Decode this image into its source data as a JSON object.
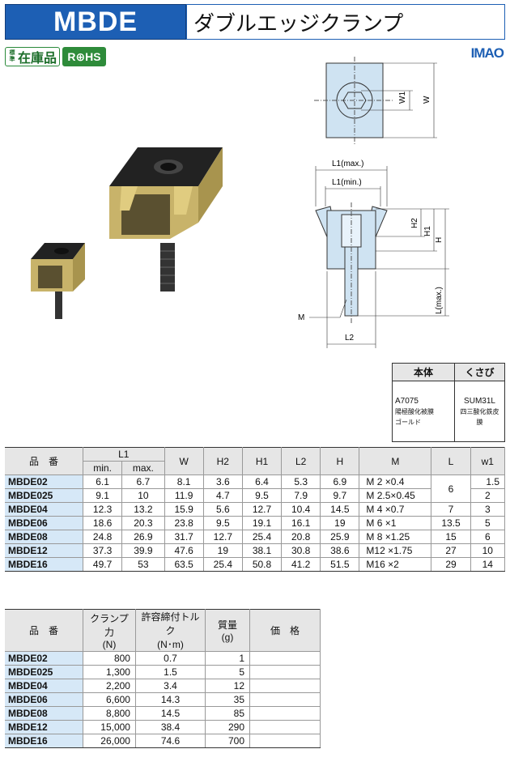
{
  "header": {
    "code": "MBDE",
    "name": "ダブルエッジクランプ"
  },
  "badges": {
    "stock_small": "標準",
    "stock_big": "在庫品",
    "rohs": "R⊕HS"
  },
  "brand": "IMAO",
  "colors": {
    "accent": "#1d5fb4",
    "model_cell": "#d6e8f7",
    "clamp_body": "#c8b36a",
    "drawing_fill": "#cfe3f2"
  },
  "drawing": {
    "labels": {
      "w1": "W1",
      "w": "W",
      "l1max": "L1(max.)",
      "l1min": "L1(min.)",
      "h2": "H2",
      "h1": "H1",
      "h": "H",
      "lmax": "L(max.)",
      "m": "M",
      "l2": "L2"
    }
  },
  "material": {
    "headers": [
      "本体",
      "くさび"
    ],
    "body": [
      "A7075",
      "陽極酸化被膜",
      "ゴールド"
    ],
    "wedge": [
      "SUM31L",
      "四三酸化鉄皮膜"
    ]
  },
  "table1": {
    "h_model": "品　番",
    "h_l1": "L1",
    "h_min": "min.",
    "h_max": "max.",
    "h_w": "W",
    "h_h2": "H2",
    "h_h1": "H1",
    "h_l2": "L2",
    "h_h": "H",
    "h_m": "M",
    "h_l": "L",
    "h_w1": "w1",
    "rows": [
      {
        "model": "MBDE02",
        "min": "6.1",
        "max": "6.7",
        "w": "8.1",
        "h2": "3.6",
        "h1": "6.4",
        "l2": "5.3",
        "h": "6.9",
        "m": "M 2 ×0.4",
        "l": "6",
        "w1": "1.5"
      },
      {
        "model": "MBDE025",
        "min": "9.1",
        "max": "10",
        "w": "11.9",
        "h2": "4.7",
        "h1": "9.5",
        "l2": "7.9",
        "h": "9.7",
        "m": "M 2.5×0.45",
        "l": "",
        "w1": "2"
      },
      {
        "model": "MBDE04",
        "min": "12.3",
        "max": "13.2",
        "w": "15.9",
        "h2": "5.6",
        "h1": "12.7",
        "l2": "10.4",
        "h": "14.5",
        "m": "M 4 ×0.7",
        "l": "7",
        "w1": "3"
      },
      {
        "model": "MBDE06",
        "min": "18.6",
        "max": "20.3",
        "w": "23.8",
        "h2": "9.5",
        "h1": "19.1",
        "l2": "16.1",
        "h": "19",
        "m": "M 6 ×1",
        "l": "13.5",
        "w1": "5"
      },
      {
        "model": "MBDE08",
        "min": "24.8",
        "max": "26.9",
        "w": "31.7",
        "h2": "12.7",
        "h1": "25.4",
        "l2": "20.8",
        "h": "25.9",
        "m": "M 8 ×1.25",
        "l": "15",
        "w1": "6"
      },
      {
        "model": "MBDE12",
        "min": "37.3",
        "max": "39.9",
        "w": "47.6",
        "h2": "19",
        "h1": "38.1",
        "l2": "30.8",
        "h": "38.6",
        "m": "M12 ×1.75",
        "l": "27",
        "w1": "10"
      },
      {
        "model": "MBDE16",
        "min": "49.7",
        "max": "53",
        "w": "63.5",
        "h2": "25.4",
        "h1": "50.8",
        "l2": "41.2",
        "h": "51.5",
        "m": "M16 ×2",
        "l": "29",
        "w1": "14"
      }
    ]
  },
  "table2": {
    "h_model": "品　番",
    "h_force": "クランプ力",
    "h_force_u": "(N)",
    "h_torque": "許容締付トルク",
    "h_torque_u": "(N･m)",
    "h_mass": "質量",
    "h_mass_u": "(g)",
    "h_price": "価　格",
    "rows": [
      {
        "model": "MBDE02",
        "force": "800",
        "torque": "0.7",
        "mass": "1",
        "price": ""
      },
      {
        "model": "MBDE025",
        "force": "1,300",
        "torque": "1.5",
        "mass": "5",
        "price": ""
      },
      {
        "model": "MBDE04",
        "force": "2,200",
        "torque": "3.4",
        "mass": "12",
        "price": ""
      },
      {
        "model": "MBDE06",
        "force": "6,600",
        "torque": "14.3",
        "mass": "35",
        "price": ""
      },
      {
        "model": "MBDE08",
        "force": "8,800",
        "torque": "14.5",
        "mass": "85",
        "price": ""
      },
      {
        "model": "MBDE12",
        "force": "15,000",
        "torque": "38.4",
        "mass": "290",
        "price": ""
      },
      {
        "model": "MBDE16",
        "force": "26,000",
        "torque": "74.6",
        "mass": "700",
        "price": ""
      }
    ]
  }
}
